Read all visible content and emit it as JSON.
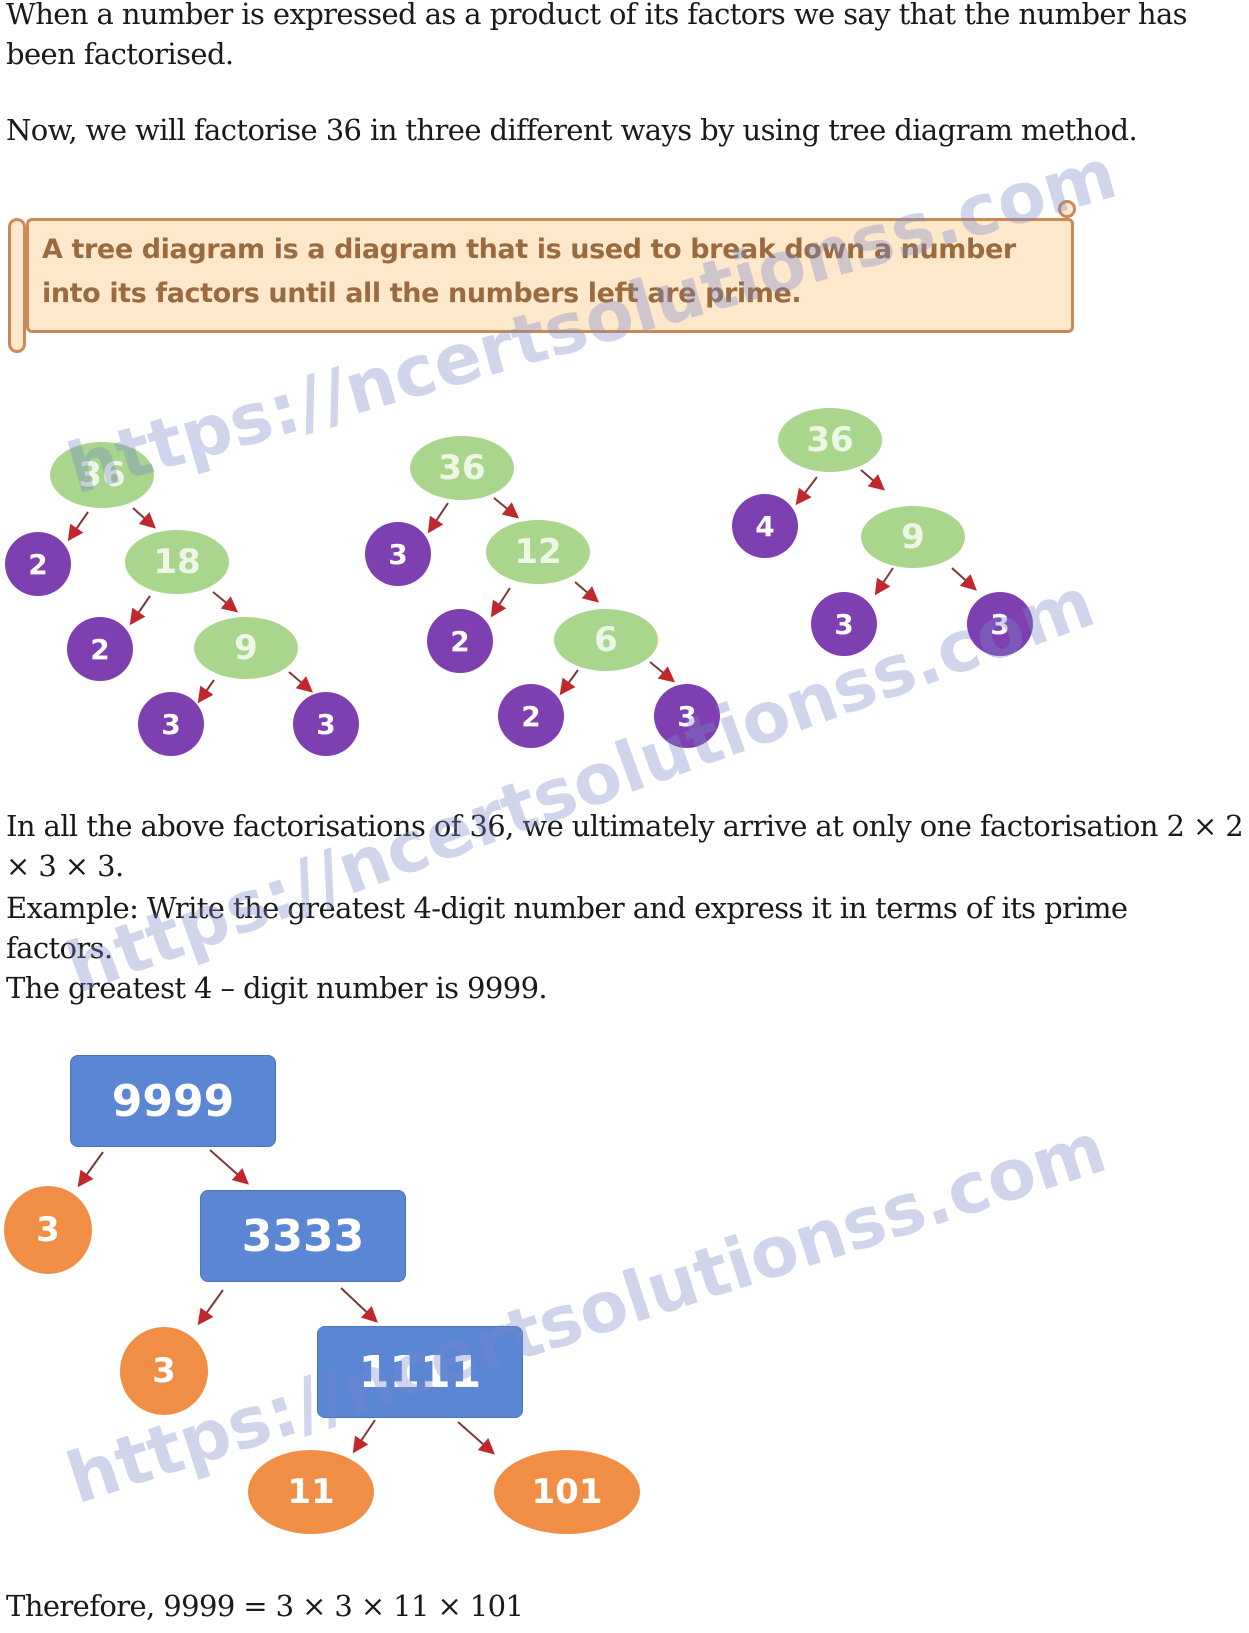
{
  "paragraphs": {
    "intro": "When a number is expressed as a product of its factors we say that the number has been factorised.",
    "method": "Now, we will factorise 36 in three different ways by using tree diagram method.",
    "summary": "In all the above factorisations of 36, we ultimately arrive at only one factorisation 2 × 2 × 3 × 3.",
    "example": "Example: Write the greatest 4-digit number and express it in terms of its prime factors.",
    "greatest": "The greatest 4 – digit number is 9999.",
    "conclusion": "Therefore, 9999 = 3 × 3 × 11 × 101"
  },
  "callout": {
    "text": "A tree diagram is a diagram that is used to break down a number into its factors until all the numbers left are prime."
  },
  "tree1": {
    "root": "36",
    "n1": "2",
    "n2": "18",
    "n3": "2",
    "n4": "9",
    "n5": "3",
    "n6": "3"
  },
  "tree2": {
    "root": "36",
    "n1": "3",
    "n2": "12",
    "n3": "2",
    "n4": "6",
    "n5": "2",
    "n6": "3"
  },
  "tree3": {
    "root": "36",
    "n1": "4",
    "n2": "9",
    "n3": "3",
    "n4": "3"
  },
  "tree4": {
    "root": "9999",
    "n1": "3",
    "n2": "3333",
    "n3": "3",
    "n4": "1111",
    "n5": "11",
    "n6": "101"
  },
  "colors": {
    "composite_node": "#a9d58d",
    "prime_node": "#7e3fb0",
    "box_node": "#5b86d4",
    "prime_node_orange": "#ef8e44",
    "arrow": "#c0282d",
    "callout_bg": "#fde8cc",
    "callout_border": "#c98a55"
  },
  "watermarks": [
    "https://ncertsolutionss.com",
    "https://ncertsolutionss.com",
    "https://ncertsolutionss.com"
  ]
}
